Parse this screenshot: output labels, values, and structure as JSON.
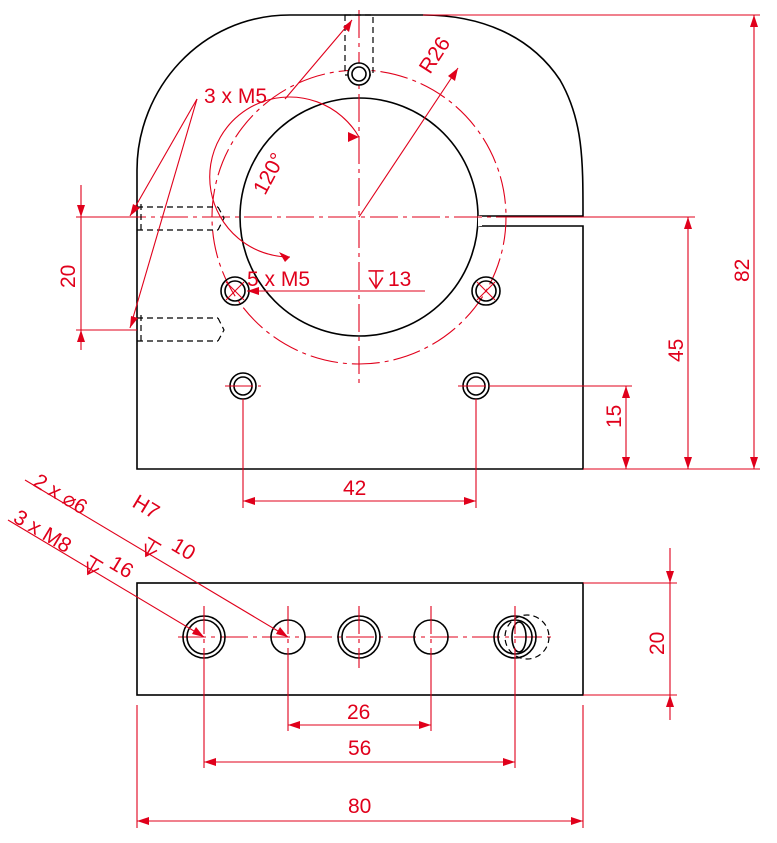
{
  "drawing": {
    "line_color": "#000000",
    "dimension_color": "#e0001b",
    "background": "#ffffff"
  },
  "top_view": {
    "callout_tapped_holes_side": "3 x M5",
    "radius_label": "R26",
    "angle_label": "120°",
    "callout_tapped_holes_bore": "5 x M5",
    "callout_tapped_holes_bore_depth": "13",
    "dim_hole_spacing_vertical": "20",
    "dim_hole_spacing_horizontal": "42",
    "dim_hole_height": "15",
    "dim_bore_center_height": "45",
    "dim_overall_height": "82"
  },
  "front_view": {
    "callout_dowel_holes_line1": "2 x ⌀6",
    "callout_dowel_holes_tolerance": "H7",
    "callout_dowel_holes_depth": "10",
    "callout_tapped_holes": "3 x M8",
    "callout_tapped_holes_depth": "16",
    "dim_thickness": "20",
    "dim_dowel_spacing": "26",
    "dim_outer_hole_spacing": "56",
    "dim_overall_width": "80"
  }
}
